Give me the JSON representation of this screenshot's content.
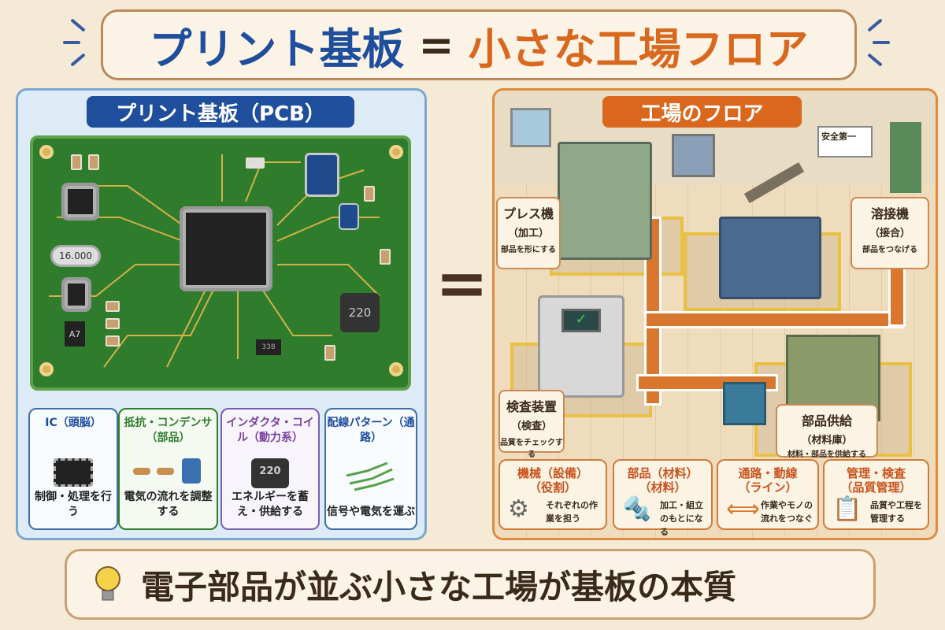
{
  "title": {
    "left": "プリント基板",
    "eq": "=",
    "right": "小さな工場フロア"
  },
  "pcb_panel": {
    "header": "プリント基板（PCB）",
    "crystal": "16.000",
    "inductor": "220",
    "small_chip": "A7",
    "transistor": "338",
    "cards": [
      {
        "title": "IC（頭脳）",
        "desc": "制御・処理を行う",
        "color": "#1f4e9c"
      },
      {
        "title": "抵抗・コンデンサ（部品）",
        "desc": "電気の流れを調整する",
        "color": "#2f7d2c"
      },
      {
        "title": "インダクタ・コイル（動力系）",
        "desc": "エネルギーを蓄え・供給する",
        "color": "#7a3fa0",
        "chip_text": "220"
      },
      {
        "title": "配線パターン（通路）",
        "desc": "信号や電気を運ぶ",
        "color": "#1f4e9c"
      }
    ]
  },
  "equals": "=",
  "factory_panel": {
    "header": "工場のフロア",
    "sign": "安全第一",
    "labels": [
      {
        "title": "プレス機",
        "sub": "（加工）",
        "desc": "部品を形にする"
      },
      {
        "title": "溶接機",
        "sub": "（接合）",
        "desc": "部品をつなげる"
      },
      {
        "title": "検査装置",
        "sub": "（検査）",
        "desc": "品質をチェックする"
      },
      {
        "title": "部品供給",
        "sub": "（材料庫）",
        "desc": "材料・部品を供給する"
      }
    ],
    "cards": [
      {
        "title": "機械（設備）",
        "sub": "（役割）",
        "desc": "それぞれの作業を担う",
        "icon": "gear-icon"
      },
      {
        "title": "部品（材料）",
        "sub": "（材料）",
        "desc": "加工・組立のもとになる",
        "icon": "bolt-icon"
      },
      {
        "title": "通路・動線",
        "sub": "（ライン）",
        "desc": "作業やモノの流れをつなぐ",
        "icon": "double-arrow-icon"
      },
      {
        "title": "管理・検査",
        "sub": "（品質管理）",
        "desc": "品質や工程を管理する",
        "icon": "clipboard-icon"
      }
    ]
  },
  "banner": {
    "text": "電子部品が並ぶ小さな工場が基板の本質",
    "icon": "lightbulb-icon"
  },
  "colors": {
    "blue": "#1f4e9c",
    "orange": "#d9681e",
    "pcb_green": "#2f7d2c"
  }
}
